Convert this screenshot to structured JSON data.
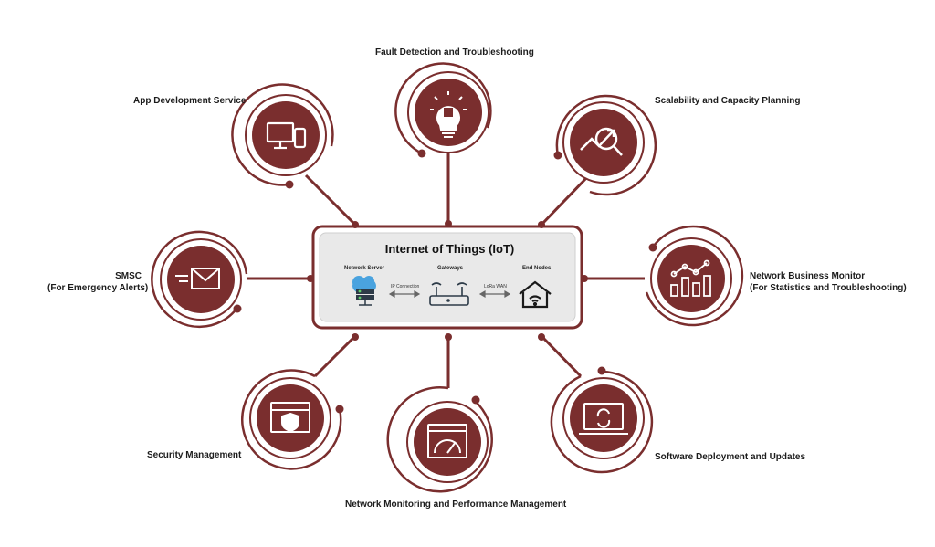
{
  "center": {
    "title": "Internet of Things (IoT)",
    "nodes": [
      {
        "label": "Network Server",
        "icon": "server-cloud-icon"
      },
      {
        "label": "Gateways",
        "icon": "router-icon"
      },
      {
        "label": "End Nodes",
        "icon": "wifi-home-icon"
      }
    ],
    "links": [
      "IP Connection",
      "LoRa WAN"
    ]
  },
  "services": [
    {
      "id": "app-development",
      "label": "App Development Service",
      "icon": "devices-icon"
    },
    {
      "id": "fault-detection",
      "label": "Fault Detection and Troubleshooting",
      "icon": "lightbulb-puzzle-icon"
    },
    {
      "id": "scalability",
      "label": "Scalability and Capacity Planning",
      "icon": "magnifier-trend-icon"
    },
    {
      "id": "smsc",
      "label_lines": [
        "SMSC",
        "(For Emergency Alerts)"
      ],
      "icon": "mail-send-icon"
    },
    {
      "id": "network-business-monitor",
      "label_lines": [
        "Network Business Monitor",
        "(For Statistics and Troubleshooting)"
      ],
      "icon": "bar-chart-icon"
    },
    {
      "id": "security-management",
      "label": "Security Management",
      "icon": "shield-window-icon"
    },
    {
      "id": "network-monitoring",
      "label": "Network Monitoring and Performance Management",
      "icon": "speedometer-window-icon"
    },
    {
      "id": "software-deployment",
      "label": "Software Deployment and Updates",
      "icon": "laptop-refresh-icon"
    }
  ],
  "colors": {
    "accent": "#7a2e2e",
    "panel": "#e9e9e9",
    "line": "#7a2e2e"
  }
}
